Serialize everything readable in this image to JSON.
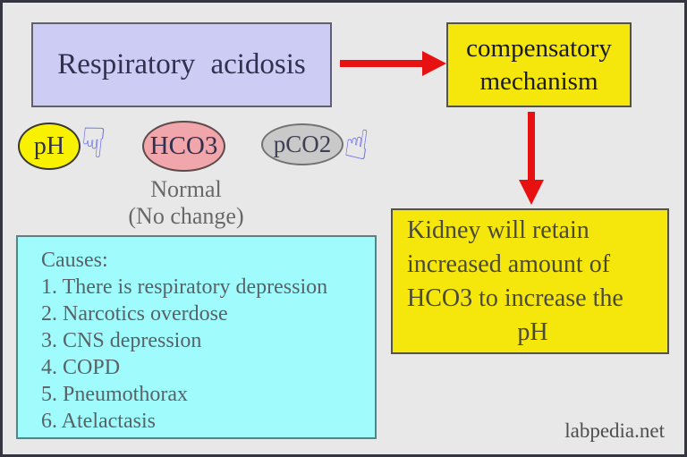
{
  "title_box": {
    "label": "Respiratory  acidosis"
  },
  "comp_box": {
    "lines": [
      "compensatory",
      "mechanism"
    ]
  },
  "kidney_box": {
    "lines": [
      "Kidney will retain",
      "increased amount of",
      "HCO3 to increase the",
      "pH"
    ]
  },
  "indicators": {
    "ph": {
      "label": "pH",
      "trend_icon": "hand-pointing-down-icon",
      "trend_glyph": "☟"
    },
    "hco3": {
      "label": "HCO3",
      "status_lines": [
        "Normal",
        "(No change)"
      ]
    },
    "pco2": {
      "label": "pCO2",
      "trend_icon": "hand-pointing-up-icon",
      "trend_glyph": "☝"
    }
  },
  "causes_box": {
    "lines": [
      "Causes:",
      "1. There is respiratory depression",
      "2. Narcotics overdose",
      "3. CNS depression",
      "4. COPD",
      "5. Pneumothorax",
      "6. Atelactasis"
    ]
  },
  "watermark": "labpedia.net",
  "colors": {
    "background": "#e8e8e8",
    "frame_border": "#35353f",
    "title_box_fill": "#ccccf5",
    "yellow_box_fill": "#f5e60b",
    "ph_ellipse_fill": "#f8f200",
    "hco3_ellipse_fill": "#f0a6aa",
    "pco2_ellipse_fill": "#c9c9c9",
    "causes_box_fill": "#a0fcfc",
    "arrow_red": "#e81111",
    "hand_blue": "#7272ee"
  }
}
